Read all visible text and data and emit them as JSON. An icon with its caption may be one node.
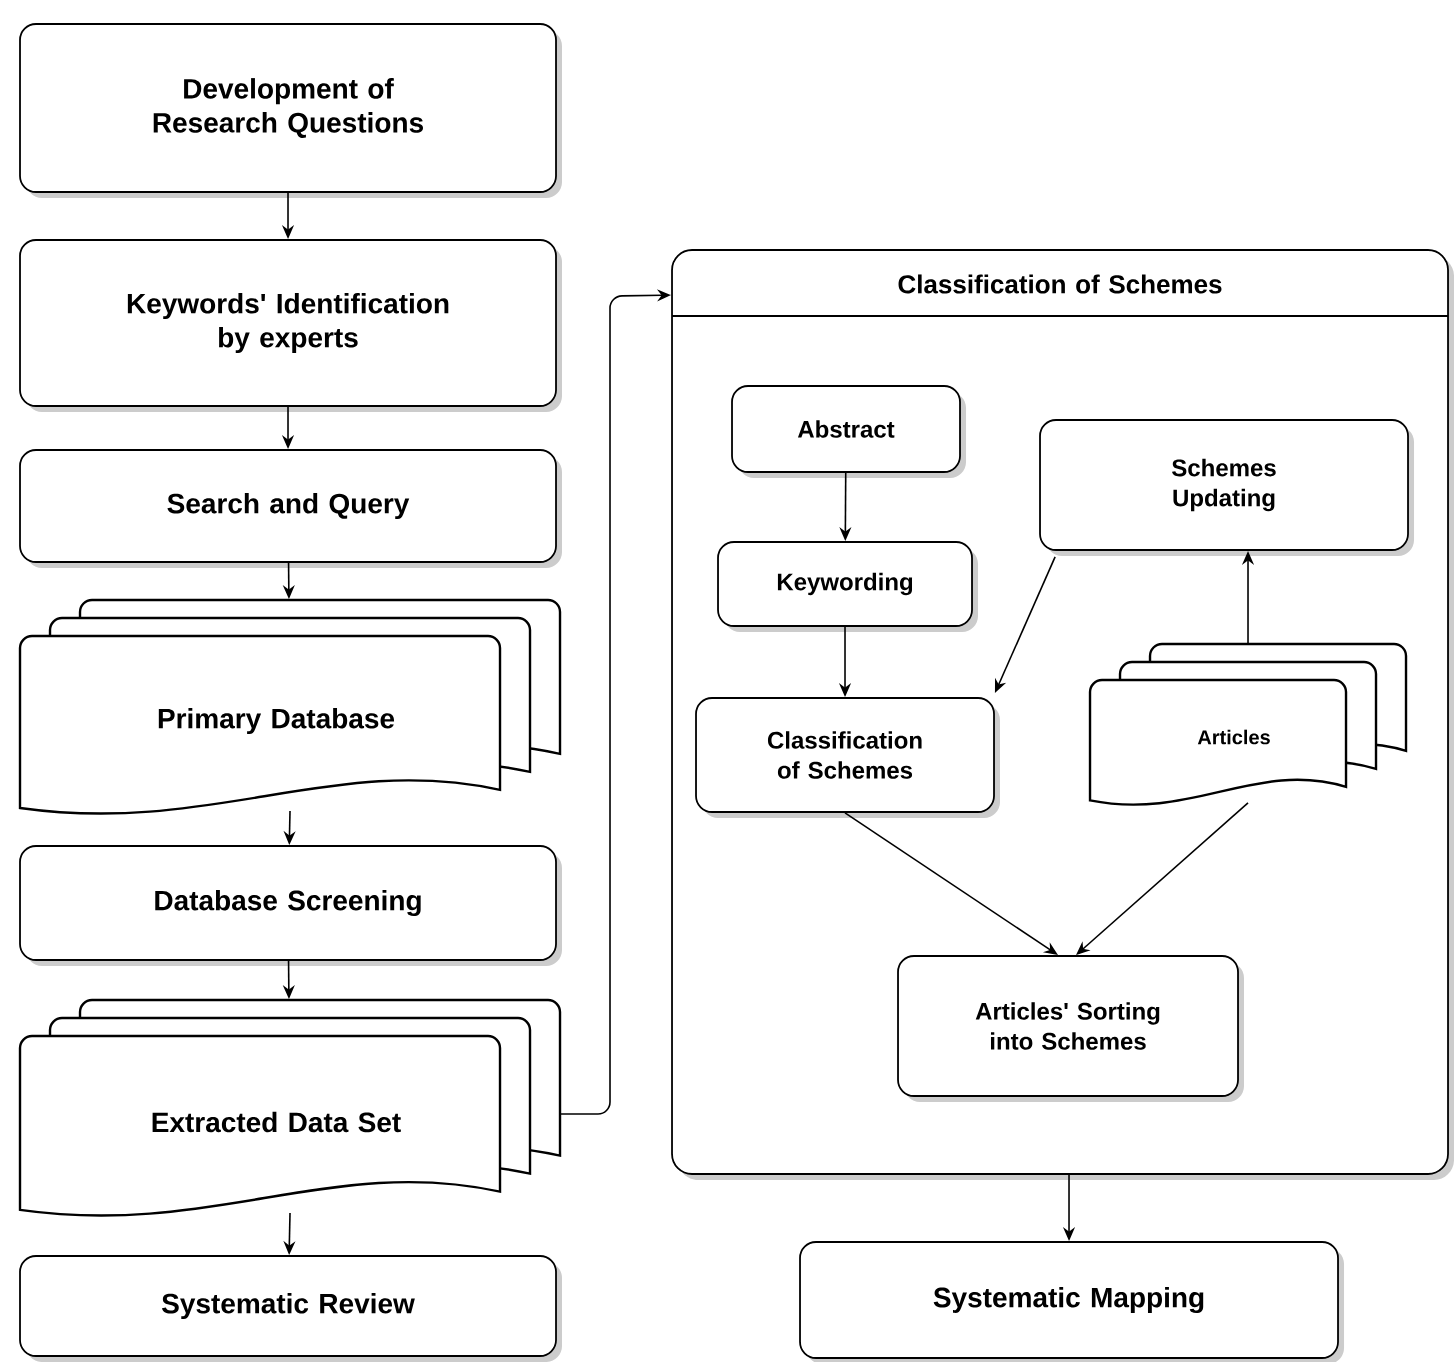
{
  "diagram": {
    "nodes": [
      {
        "text": [
          "Development of Research Questions"
        ]
      },
      {
        "text": [
          "Keywords' Identification by experts"
        ]
      },
      {
        "text": [
          "Search and Query"
        ]
      },
      {
        "text": [
          "Primary Database"
        ]
      },
      {
        "text": [
          "Database Screening"
        ]
      },
      {
        "text": [
          "Extracted Data Set"
        ]
      },
      {
        "text": [
          "Systematic Review"
        ]
      },
      {
        "text": [
          "Classification of Schemes"
        ]
      },
      {
        "text": [
          "Abstract"
        ],
        "in": 7
      },
      {
        "text": [
          "Keywording"
        ],
        "in": 7
      },
      {
        "text": [
          "Classification of Schemes"
        ],
        "in": 7
      },
      {
        "text": [
          "Schemes Updating"
        ],
        "in": 7
      },
      {
        "text": [
          "Articles"
        ],
        "in": 7
      },
      {
        "text": [
          "Articles' Sorting into Schemes"
        ],
        "in": 7
      },
      {
        "text": [
          "Systematic Mapping"
        ]
      }
    ],
    "edges": [
      {
        "from": 0,
        "to": 1,
        "arrow": "to"
      },
      {
        "from": 1,
        "to": 2,
        "arrow": "to"
      },
      {
        "from": 2,
        "to": 3,
        "arrow": "to"
      },
      {
        "from": 3,
        "to": 4,
        "arrow": "to"
      },
      {
        "from": 4,
        "to": 5,
        "arrow": "to"
      },
      {
        "from": 5,
        "to": 6,
        "arrow": "to"
      },
      {
        "from": 5,
        "to": 7,
        "arrow": "to"
      },
      {
        "from": 8,
        "to": 9,
        "arrow": "to"
      },
      {
        "from": 9,
        "to": 10,
        "arrow": "to"
      },
      {
        "from": 11,
        "to": 10,
        "arrow": "to"
      },
      {
        "from": 12,
        "to": 11,
        "arrow": "to"
      },
      {
        "from": 10,
        "to": 13,
        "arrow": "to"
      },
      {
        "from": 12,
        "to": 13,
        "arrow": "to"
      },
      {
        "from": 7,
        "to": 14,
        "arrow": "to"
      }
    ]
  }
}
